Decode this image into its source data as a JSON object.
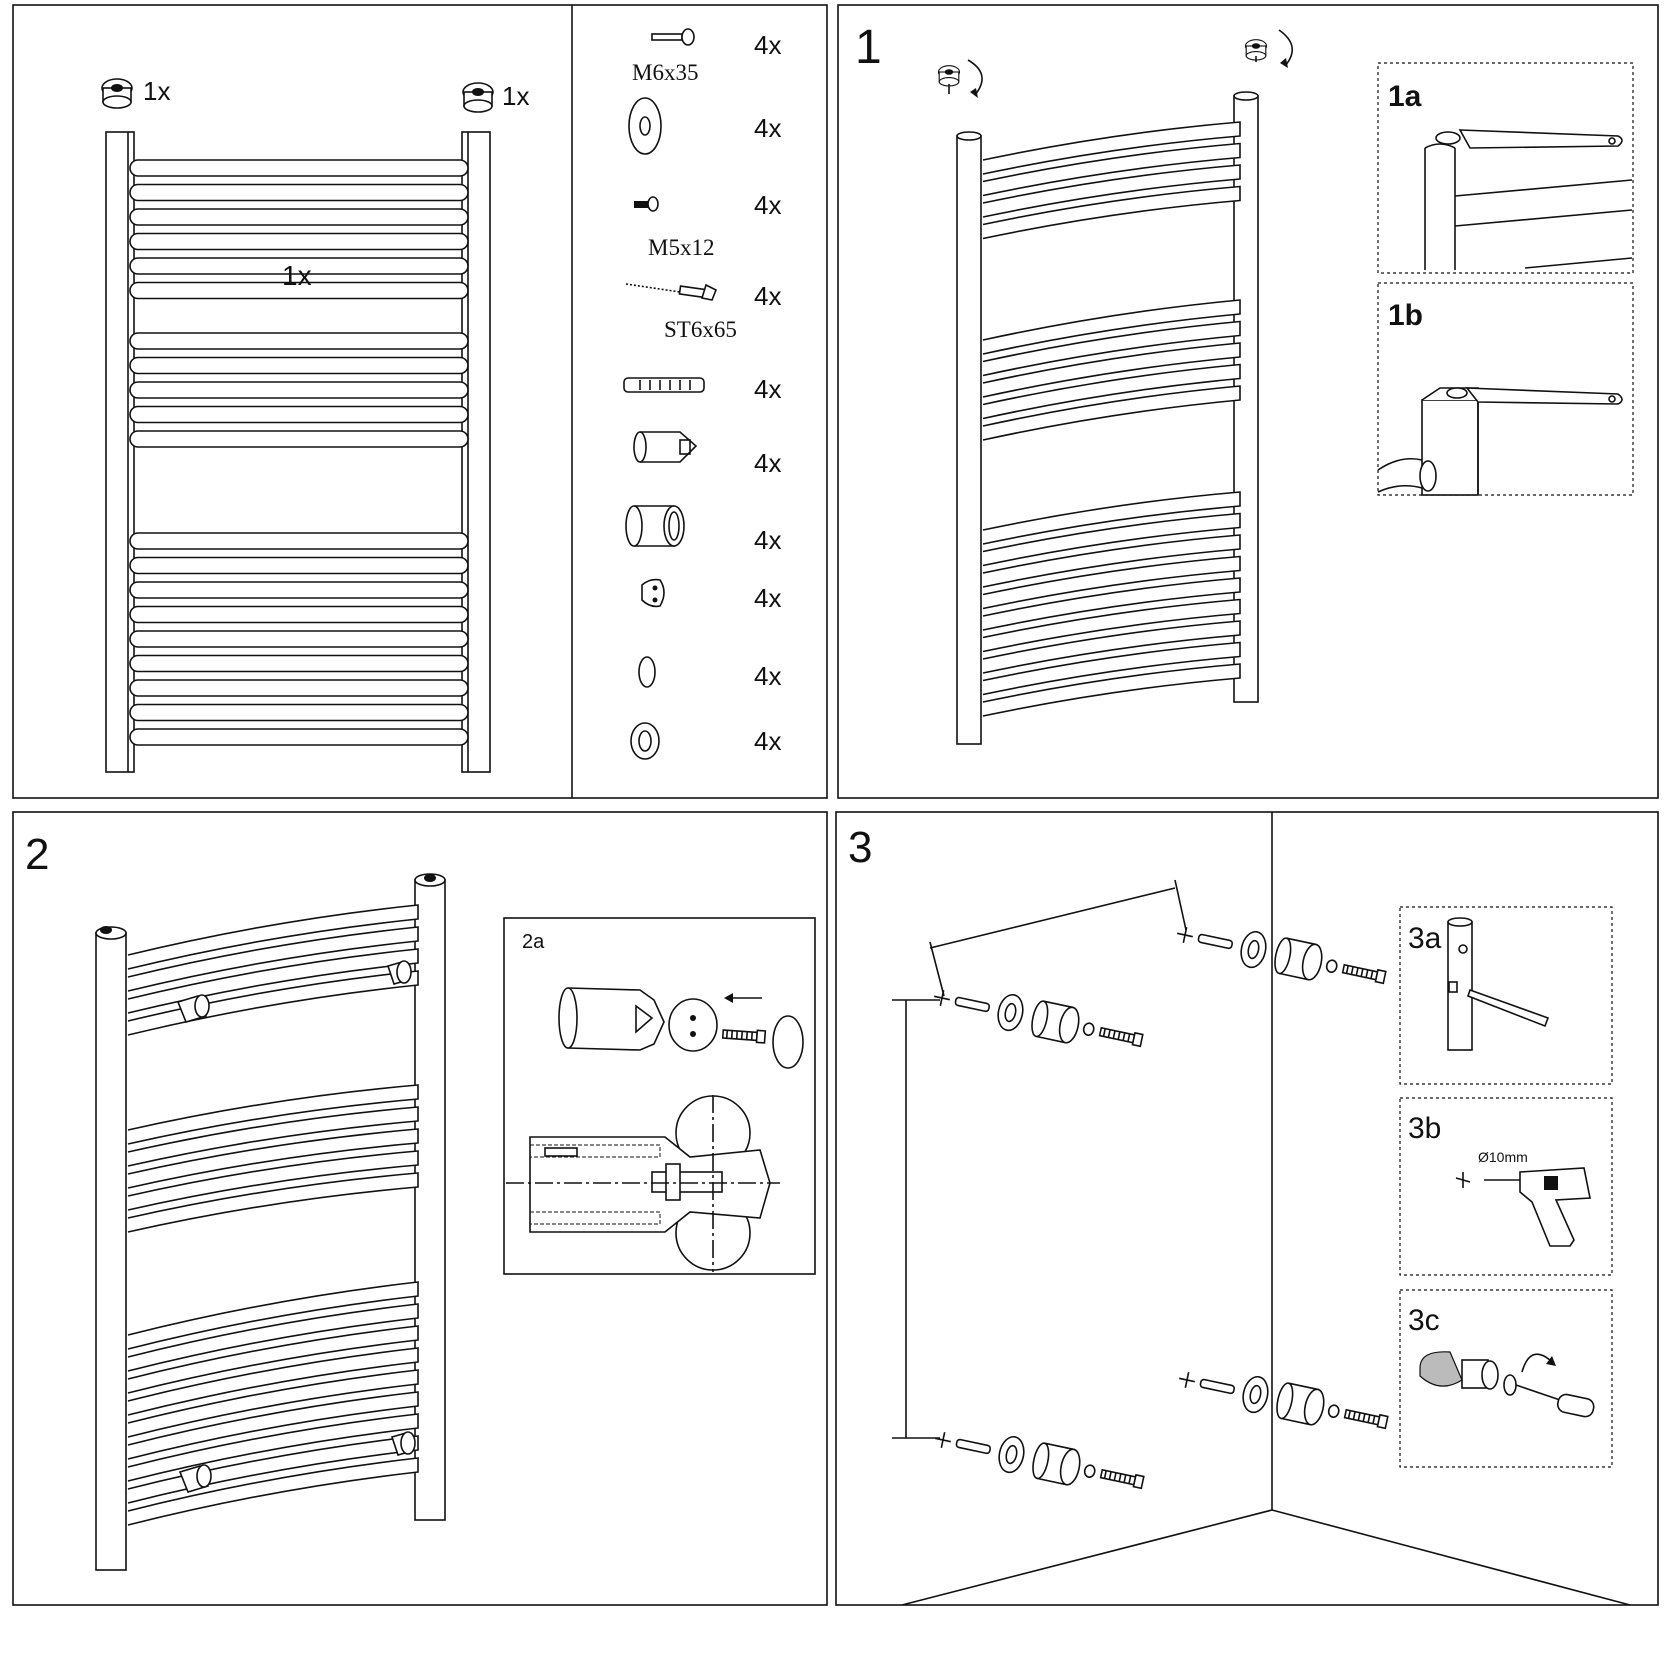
{
  "overview": {
    "cap_left_qty": "1x",
    "cap_right_qty": "1x",
    "radiator_qty": "1x"
  },
  "parts": [
    {
      "name": "M6x35",
      "qty": "4x",
      "icon": "bolt-icon"
    },
    {
      "name": "",
      "qty": "4x",
      "icon": "washer-icon"
    },
    {
      "name": "M5x12",
      "qty": "4x",
      "icon": "short-screw-icon"
    },
    {
      "name": "ST6x65",
      "qty": "4x",
      "icon": "wood-screw-icon"
    },
    {
      "name": "",
      "qty": "4x",
      "icon": "wall-plug-icon"
    },
    {
      "name": "",
      "qty": "4x",
      "icon": "bracket-sleeve-icon"
    },
    {
      "name": "",
      "qty": "4x",
      "icon": "spacer-tube-icon"
    },
    {
      "name": "",
      "qty": "4x",
      "icon": "clamp-plate-icon"
    },
    {
      "name": "",
      "qty": "4x",
      "icon": "o-ring-icon"
    },
    {
      "name": "",
      "qty": "4x",
      "icon": "wall-rosette-icon"
    }
  ],
  "steps": {
    "s1": "1",
    "s1a": "1a",
    "s1b": "1b",
    "s2": "2",
    "s2a": "2a",
    "s3": "3",
    "s3a": "3a",
    "s3b": "3b",
    "s3c": "3c",
    "drill_size": "Ø10mm"
  }
}
